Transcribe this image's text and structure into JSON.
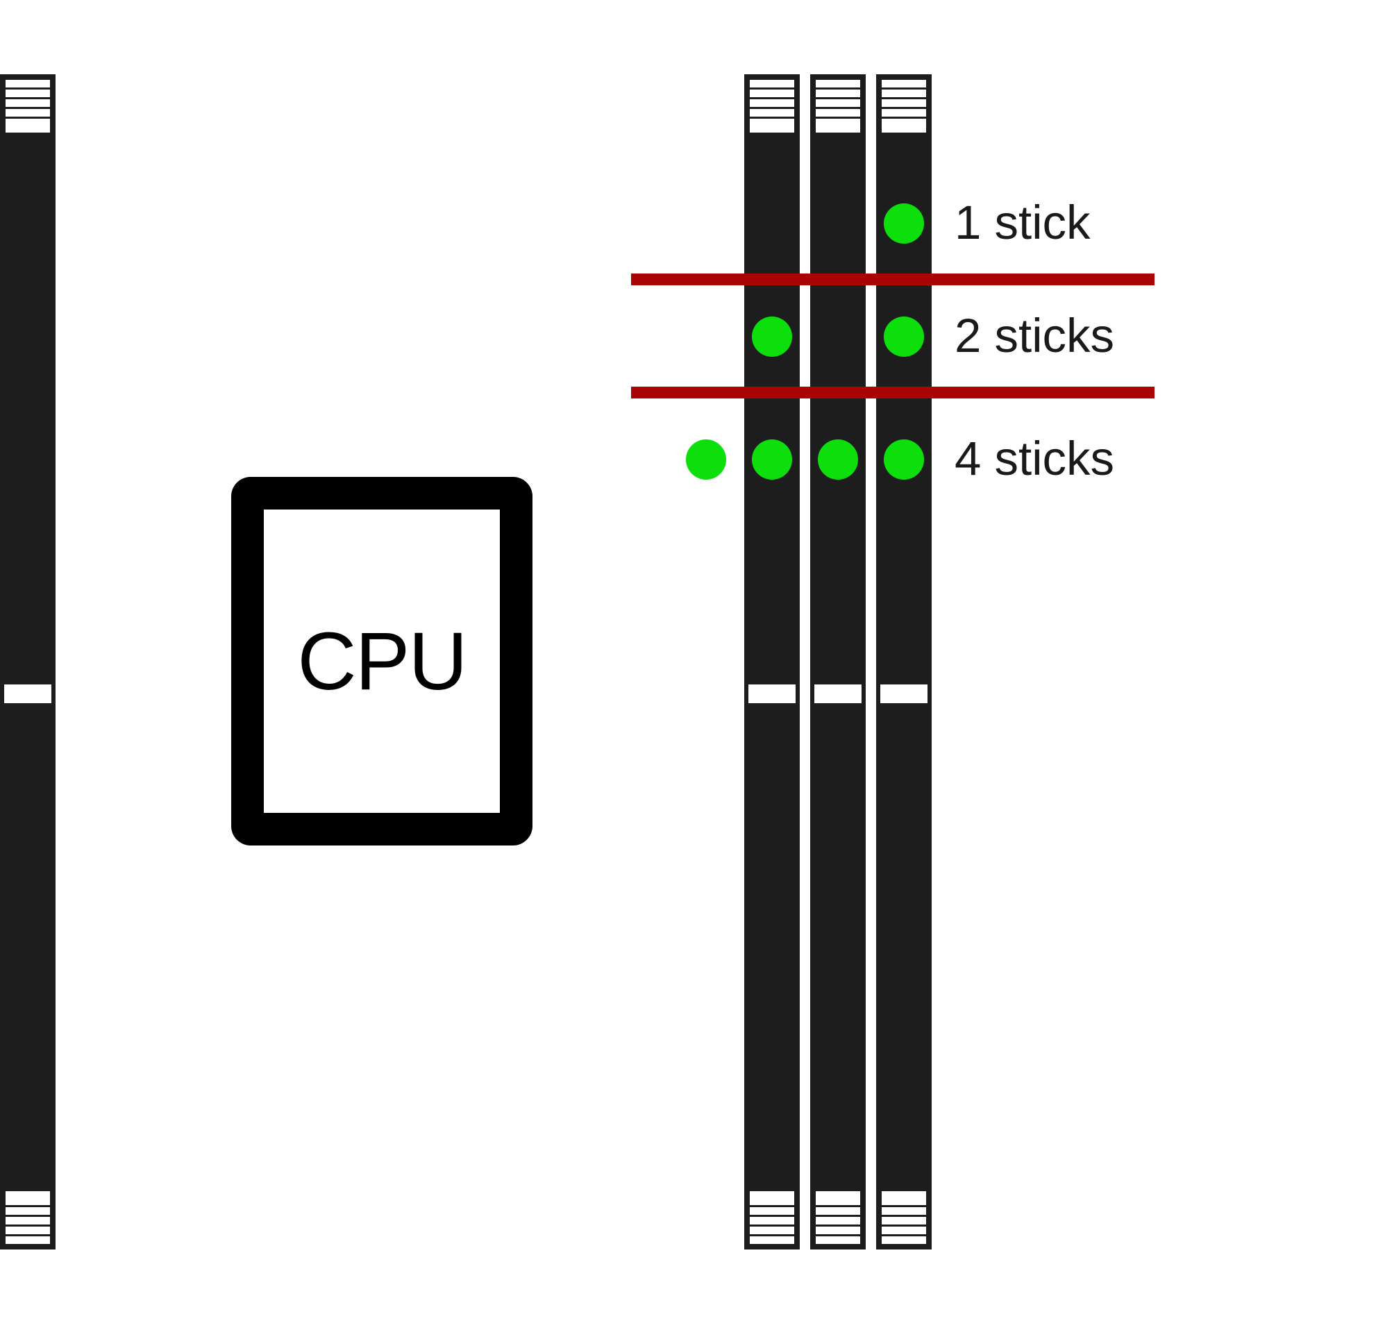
{
  "figure": {
    "cpu_label": "CPU",
    "slot_count": 4,
    "rows": [
      {
        "label": "1 stick",
        "populated_slots": [
          4
        ]
      },
      {
        "label": "2 sticks",
        "populated_slots": [
          2,
          4
        ]
      },
      {
        "label": "4 sticks",
        "populated_slots": [
          1,
          2,
          3,
          4
        ]
      }
    ],
    "colors": {
      "background": "#ffffff",
      "slot": "#1d1d1d",
      "dot": "#0ddf0d",
      "divider": "#aa0505",
      "cpu_border": "#000000",
      "label_text": "#1a1a1a"
    }
  }
}
